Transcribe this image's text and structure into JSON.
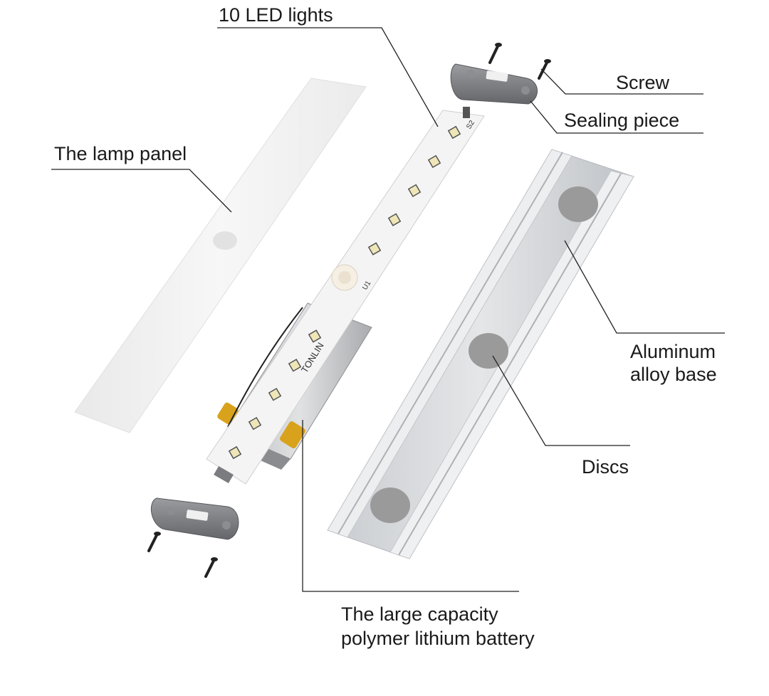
{
  "labels": {
    "led_lights": "10 LED lights",
    "screw": "Screw",
    "sealing_piece": "Sealing piece",
    "lamp_panel": "The lamp panel",
    "aluminum_line1": "Aluminum",
    "aluminum_line2": "alloy base",
    "discs": "Discs",
    "battery_line1": "The large capacity",
    "battery_line2": "polymer lithium battery"
  },
  "pcb_print": {
    "brand": "TONLIN",
    "mark_s2": "S2",
    "mark_u1": "U1"
  },
  "led_count": 10,
  "colors": {
    "background": "#ffffff",
    "text": "#1a1a1a",
    "leader_line": "#222222",
    "lamp_panel": "#f1f1f1",
    "pcb": "#f4f4f4",
    "aluminum": "#d3d5d8",
    "disc": "#9a9a9a",
    "sealing_piece": "#7d7f82",
    "battery_tape": "#d9a21c"
  }
}
